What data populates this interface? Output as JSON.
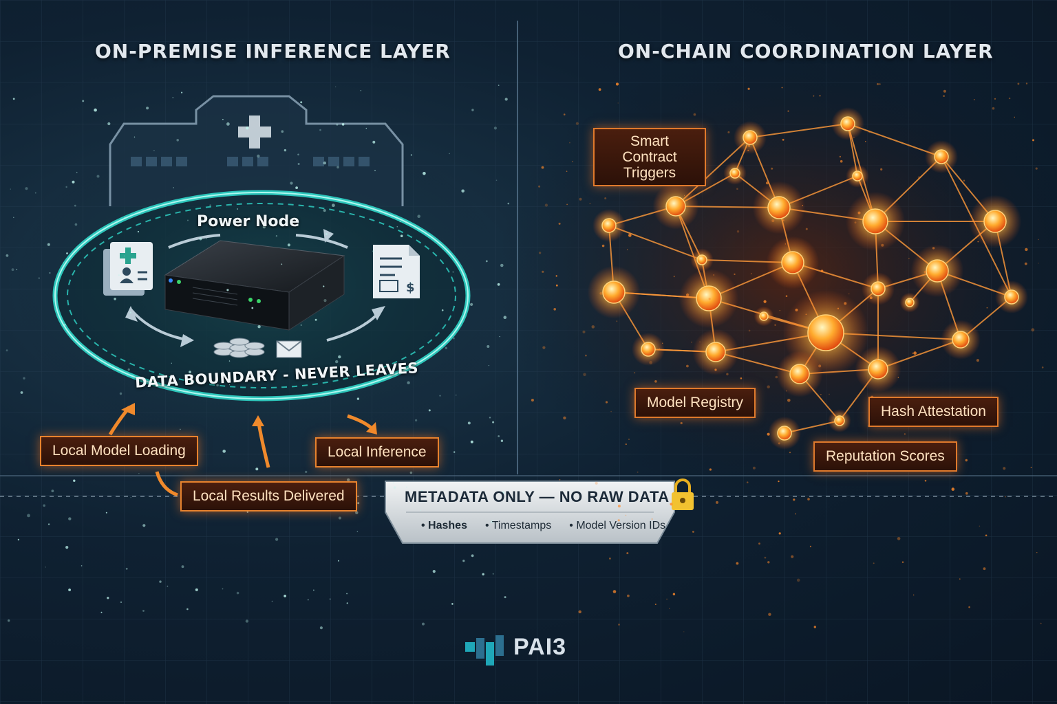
{
  "titles": {
    "left": "ON-PREMISE INFERENCE LAYER",
    "right": "ON-CHAIN COORDINATION LAYER"
  },
  "onprem": {
    "node_label": "Power Node",
    "boundary_label": "DATA BOUNDARY - NEVER LEAVES",
    "tags": {
      "model_loading": "Local Model Loading",
      "inference": "Local Inference",
      "results": "Local Results Delivered"
    }
  },
  "onchain": {
    "tags": {
      "smart_contract": "Smart Contract Triggers",
      "model_registry": "Model Registry",
      "hash_attestation": "Hash Attestation",
      "reputation": "Reputation Scores"
    }
  },
  "banner": {
    "title": "METADATA ONLY — NO RAW DATA",
    "items": [
      "• Hashes",
      "• Timestamps",
      "• Model Version IDs"
    ]
  },
  "brand": {
    "name": "PAI3"
  },
  "colors": {
    "teal": "#2fd6c8",
    "orange": "#ff8a2a",
    "background": "#0f2132"
  },
  "icons": [
    "hospital-icon",
    "server-icon",
    "patient-record-icon",
    "invoice-icon",
    "database-icon",
    "email-icon",
    "lock-icon",
    "pai3-logo-icon"
  ]
}
